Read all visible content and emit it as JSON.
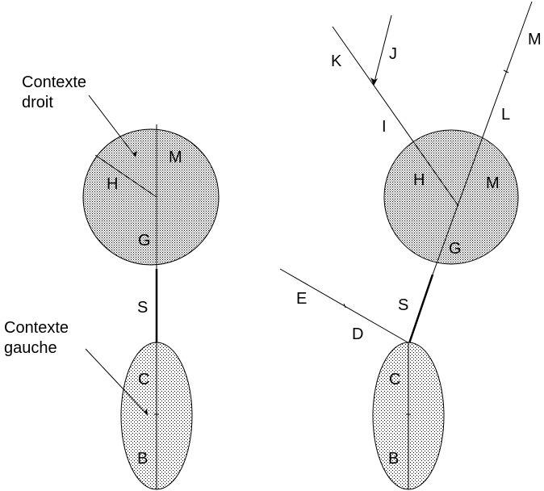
{
  "left_diagram": {
    "annotation_right": {
      "line1": "Contexte",
      "line2": "droit"
    },
    "annotation_left": {
      "line1": "Contexte",
      "line2": "gauche"
    },
    "circle_labels": {
      "m": "M",
      "h": "H",
      "g": "G"
    },
    "stem_label": "S",
    "ellipse_labels": {
      "c": "C",
      "b": "B"
    }
  },
  "right_diagram": {
    "branch_labels": {
      "k": "K",
      "j": "J",
      "i": "I",
      "m_top": "M",
      "l": "L",
      "e": "E",
      "d": "D",
      "s": "S"
    },
    "circle_labels": {
      "h": "H",
      "m": "M",
      "g": "G"
    },
    "ellipse_labels": {
      "c": "C",
      "b": "B"
    }
  },
  "colors": {
    "fill_dense": "#c8c8c8",
    "fill_light": "#e6e6e6",
    "ink": "#000000"
  }
}
